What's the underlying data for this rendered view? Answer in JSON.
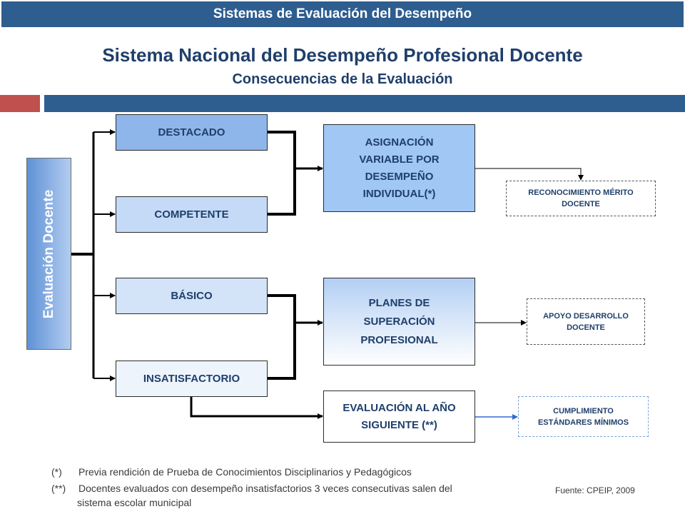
{
  "header": {
    "banner": "Sistemas de Evaluación del Desempeño",
    "title": "Sistema Nacional del Desempeño Profesional Docente",
    "subtitle": "Consecuencias de la Evaluación"
  },
  "diagram": {
    "root": "Evaluación Docente",
    "levels": [
      "DESTACADO",
      "COMPETENTE",
      "BÁSICO",
      "INSATISFACTORIO"
    ],
    "consequences": {
      "asignacion": [
        "ASIGNACIÓN",
        "VARIABLE POR",
        "DESEMPEÑO",
        "INDIVIDUAL(*)"
      ],
      "planes": [
        "PLANES DE",
        "SUPERACIÓN",
        "PROFESIONAL"
      ],
      "evaluacion": [
        "EVALUACIÓN AL AÑO",
        "SIGUIENTE (**)"
      ]
    },
    "outcomes": {
      "reconocimiento": [
        "RECONOCIMIENTO MÉRITO",
        "DOCENTE"
      ],
      "apoyo": [
        "APOYO DESARROLLO",
        "DOCENTE"
      ],
      "cumplimiento": [
        "CUMPLIMIENTO",
        "ESTÁNDARES MÍNIMOS"
      ]
    }
  },
  "footnotes": {
    "note1_mark": "(*)",
    "note1_text": "Previa rendición de Prueba de Conocimientos Disciplinarios y Pedagógicos",
    "note2_mark": "(**)",
    "note2_text": "Docentes evaluados con desempeño insatisfactorios 3 veces consecutivas salen del",
    "note2_cont": "sistema escolar municipal",
    "source": "Fuente: CPEIP, 2009"
  },
  "colors": {
    "banner": "#2e5d8f",
    "accent_red": "#c0504d",
    "title_text": "#1f3f6b"
  }
}
